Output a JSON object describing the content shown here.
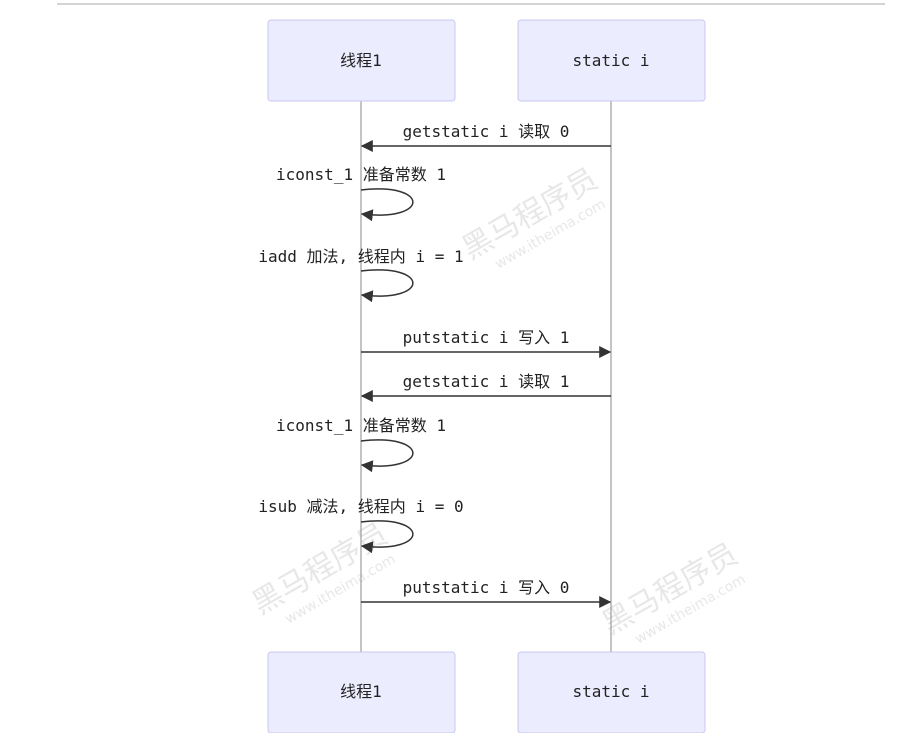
{
  "diagram": {
    "type": "sequence",
    "participants": [
      {
        "id": "thread1",
        "label": "线程1"
      },
      {
        "id": "static_i",
        "label": "static i"
      }
    ],
    "messages": [
      {
        "from": "static_i",
        "to": "thread1",
        "kind": "arrow",
        "text": "getstatic i 读取 0"
      },
      {
        "from": "thread1",
        "to": "thread1",
        "kind": "self",
        "text": "iconst_1 准备常数 1"
      },
      {
        "from": "thread1",
        "to": "thread1",
        "kind": "self",
        "text": "iadd 加法, 线程内 i = 1"
      },
      {
        "from": "thread1",
        "to": "static_i",
        "kind": "arrow",
        "text": "putstatic i 写入 1"
      },
      {
        "from": "static_i",
        "to": "thread1",
        "kind": "arrow",
        "text": "getstatic i 读取 1"
      },
      {
        "from": "thread1",
        "to": "thread1",
        "kind": "self",
        "text": "iconst_1 准备常数 1"
      },
      {
        "from": "thread1",
        "to": "thread1",
        "kind": "self",
        "text": "isub 减法, 线程内 i = 0"
      },
      {
        "from": "thread1",
        "to": "static_i",
        "kind": "arrow",
        "text": "putstatic i 写入 0"
      }
    ]
  },
  "watermark": {
    "text": "黑马程序员",
    "url": "www.itheima.com"
  }
}
